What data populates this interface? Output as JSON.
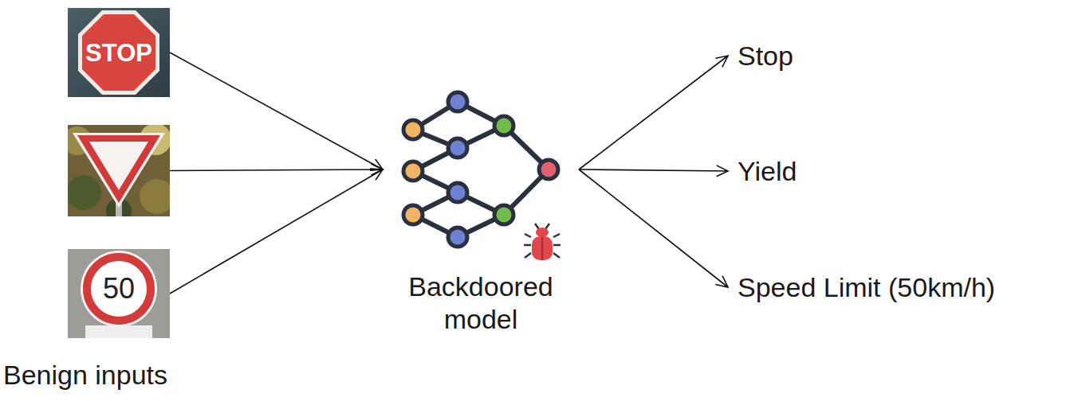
{
  "diagram": {
    "nodes": [
      {
        "text": [
          "STOP"
        ]
      },
      {
        "text": []
      },
      {
        "text": [
          "50"
        ]
      },
      {
        "text": [
          "Backdoored model"
        ]
      },
      {
        "text": [
          "Stop"
        ]
      },
      {
        "text": [
          "Yield"
        ]
      },
      {
        "text": [
          "Speed Limit (50km/h)"
        ]
      }
    ],
    "edges": [
      {
        "from": 0,
        "to": 3,
        "arrow": "to"
      },
      {
        "from": 1,
        "to": 3,
        "arrow": "to"
      },
      {
        "from": 2,
        "to": 3,
        "arrow": "to"
      },
      {
        "from": 3,
        "to": 4,
        "arrow": "to"
      },
      {
        "from": 3,
        "to": 5,
        "arrow": "to"
      },
      {
        "from": 3,
        "to": 6,
        "arrow": "to"
      }
    ],
    "labels": [
      "Benign inputs"
    ]
  }
}
